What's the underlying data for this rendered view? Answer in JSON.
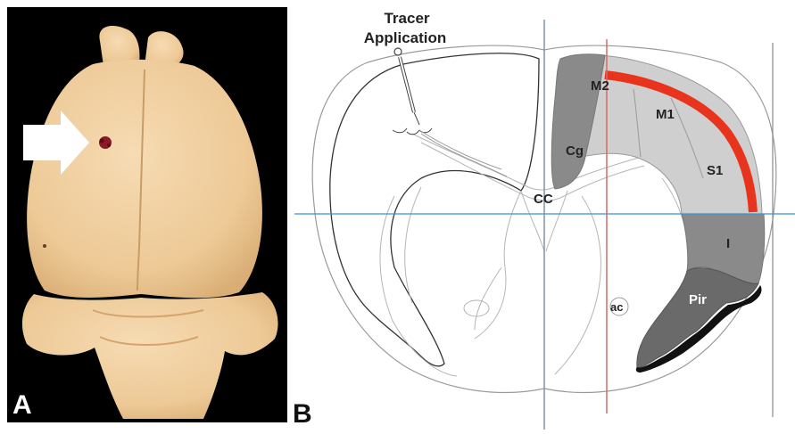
{
  "panel_a": {
    "letter": "A"
  },
  "panel_b": {
    "letter": "B",
    "tracer_label_line1": "Tracer",
    "tracer_label_line2": "Application",
    "regions": {
      "m2": "M2",
      "m1": "M1",
      "s1": "S1",
      "cg": "Cg",
      "cc": "CC",
      "i": "I",
      "pir": "Pir",
      "ac": "ac"
    }
  },
  "colors": {
    "background_a": "#000000",
    "brain_tissue": "#f0cfa0",
    "injection_site": "#8a1a24",
    "arrow": "#ffffff",
    "dark_gray_region": "#8a8a8a",
    "light_gray_region": "#cfcfcf",
    "red_band": "#e8341c",
    "horizontal_line": "#3c8fd6",
    "midline": "#7d93a8",
    "red_line": "#d66a6a",
    "right_gray_line": "#8a8a8a"
  }
}
